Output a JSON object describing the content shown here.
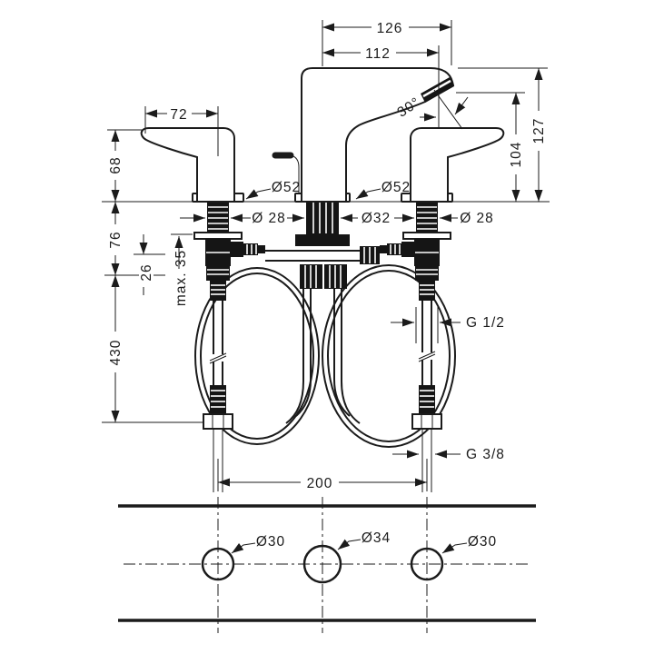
{
  "drawing": {
    "kind": "faucet-installation-technical-drawing",
    "line_color": "#1b1b1b",
    "background": "#ffffff"
  },
  "labels": {
    "spout_reach_overall": "126",
    "spout_reach_aerator": "112",
    "handle_length": "72",
    "handle_height": "68",
    "under_deck_76": "76",
    "under_deck_26": "26",
    "hose_length": "430",
    "max_mounting_thickness": "max. 35",
    "outlet_height": "104",
    "total_height": "127",
    "aerator_angle": "30°",
    "escutcheon_left": "Ø52",
    "escutcheon_center": "Ø52",
    "shank_left": "Ø 28",
    "shank_center": "Ø32",
    "shank_right": "Ø 28",
    "supply_thread": "G 1/2",
    "connection_thread": "G 3/8",
    "hole_spacing": "200",
    "hole_left": "Ø30",
    "hole_center": "Ø34",
    "hole_right": "Ø30"
  }
}
